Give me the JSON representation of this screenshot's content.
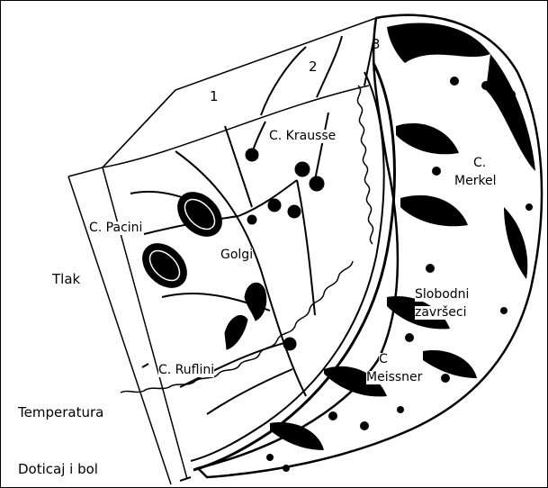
{
  "layer_numbers": [
    "1",
    "2",
    "3"
  ],
  "receptors": {
    "pacini": "C. Pacini",
    "krausse": "C. Krausse",
    "golgi": "Golgi",
    "ruffini": "C. Ruflini",
    "merkel_1": "C.",
    "merkel_2": "Merkel",
    "free_endings_1": "Slobodni",
    "free_endings_2": "završeci",
    "meissner_1": "C",
    "meissner_2": "Meissner"
  },
  "sensations": {
    "pressure": "Tlak",
    "temperature": "Temperatura",
    "touch_pain": "Doticaj i bol"
  },
  "colors": {
    "ink": "#000000",
    "paper": "#ffffff"
  }
}
